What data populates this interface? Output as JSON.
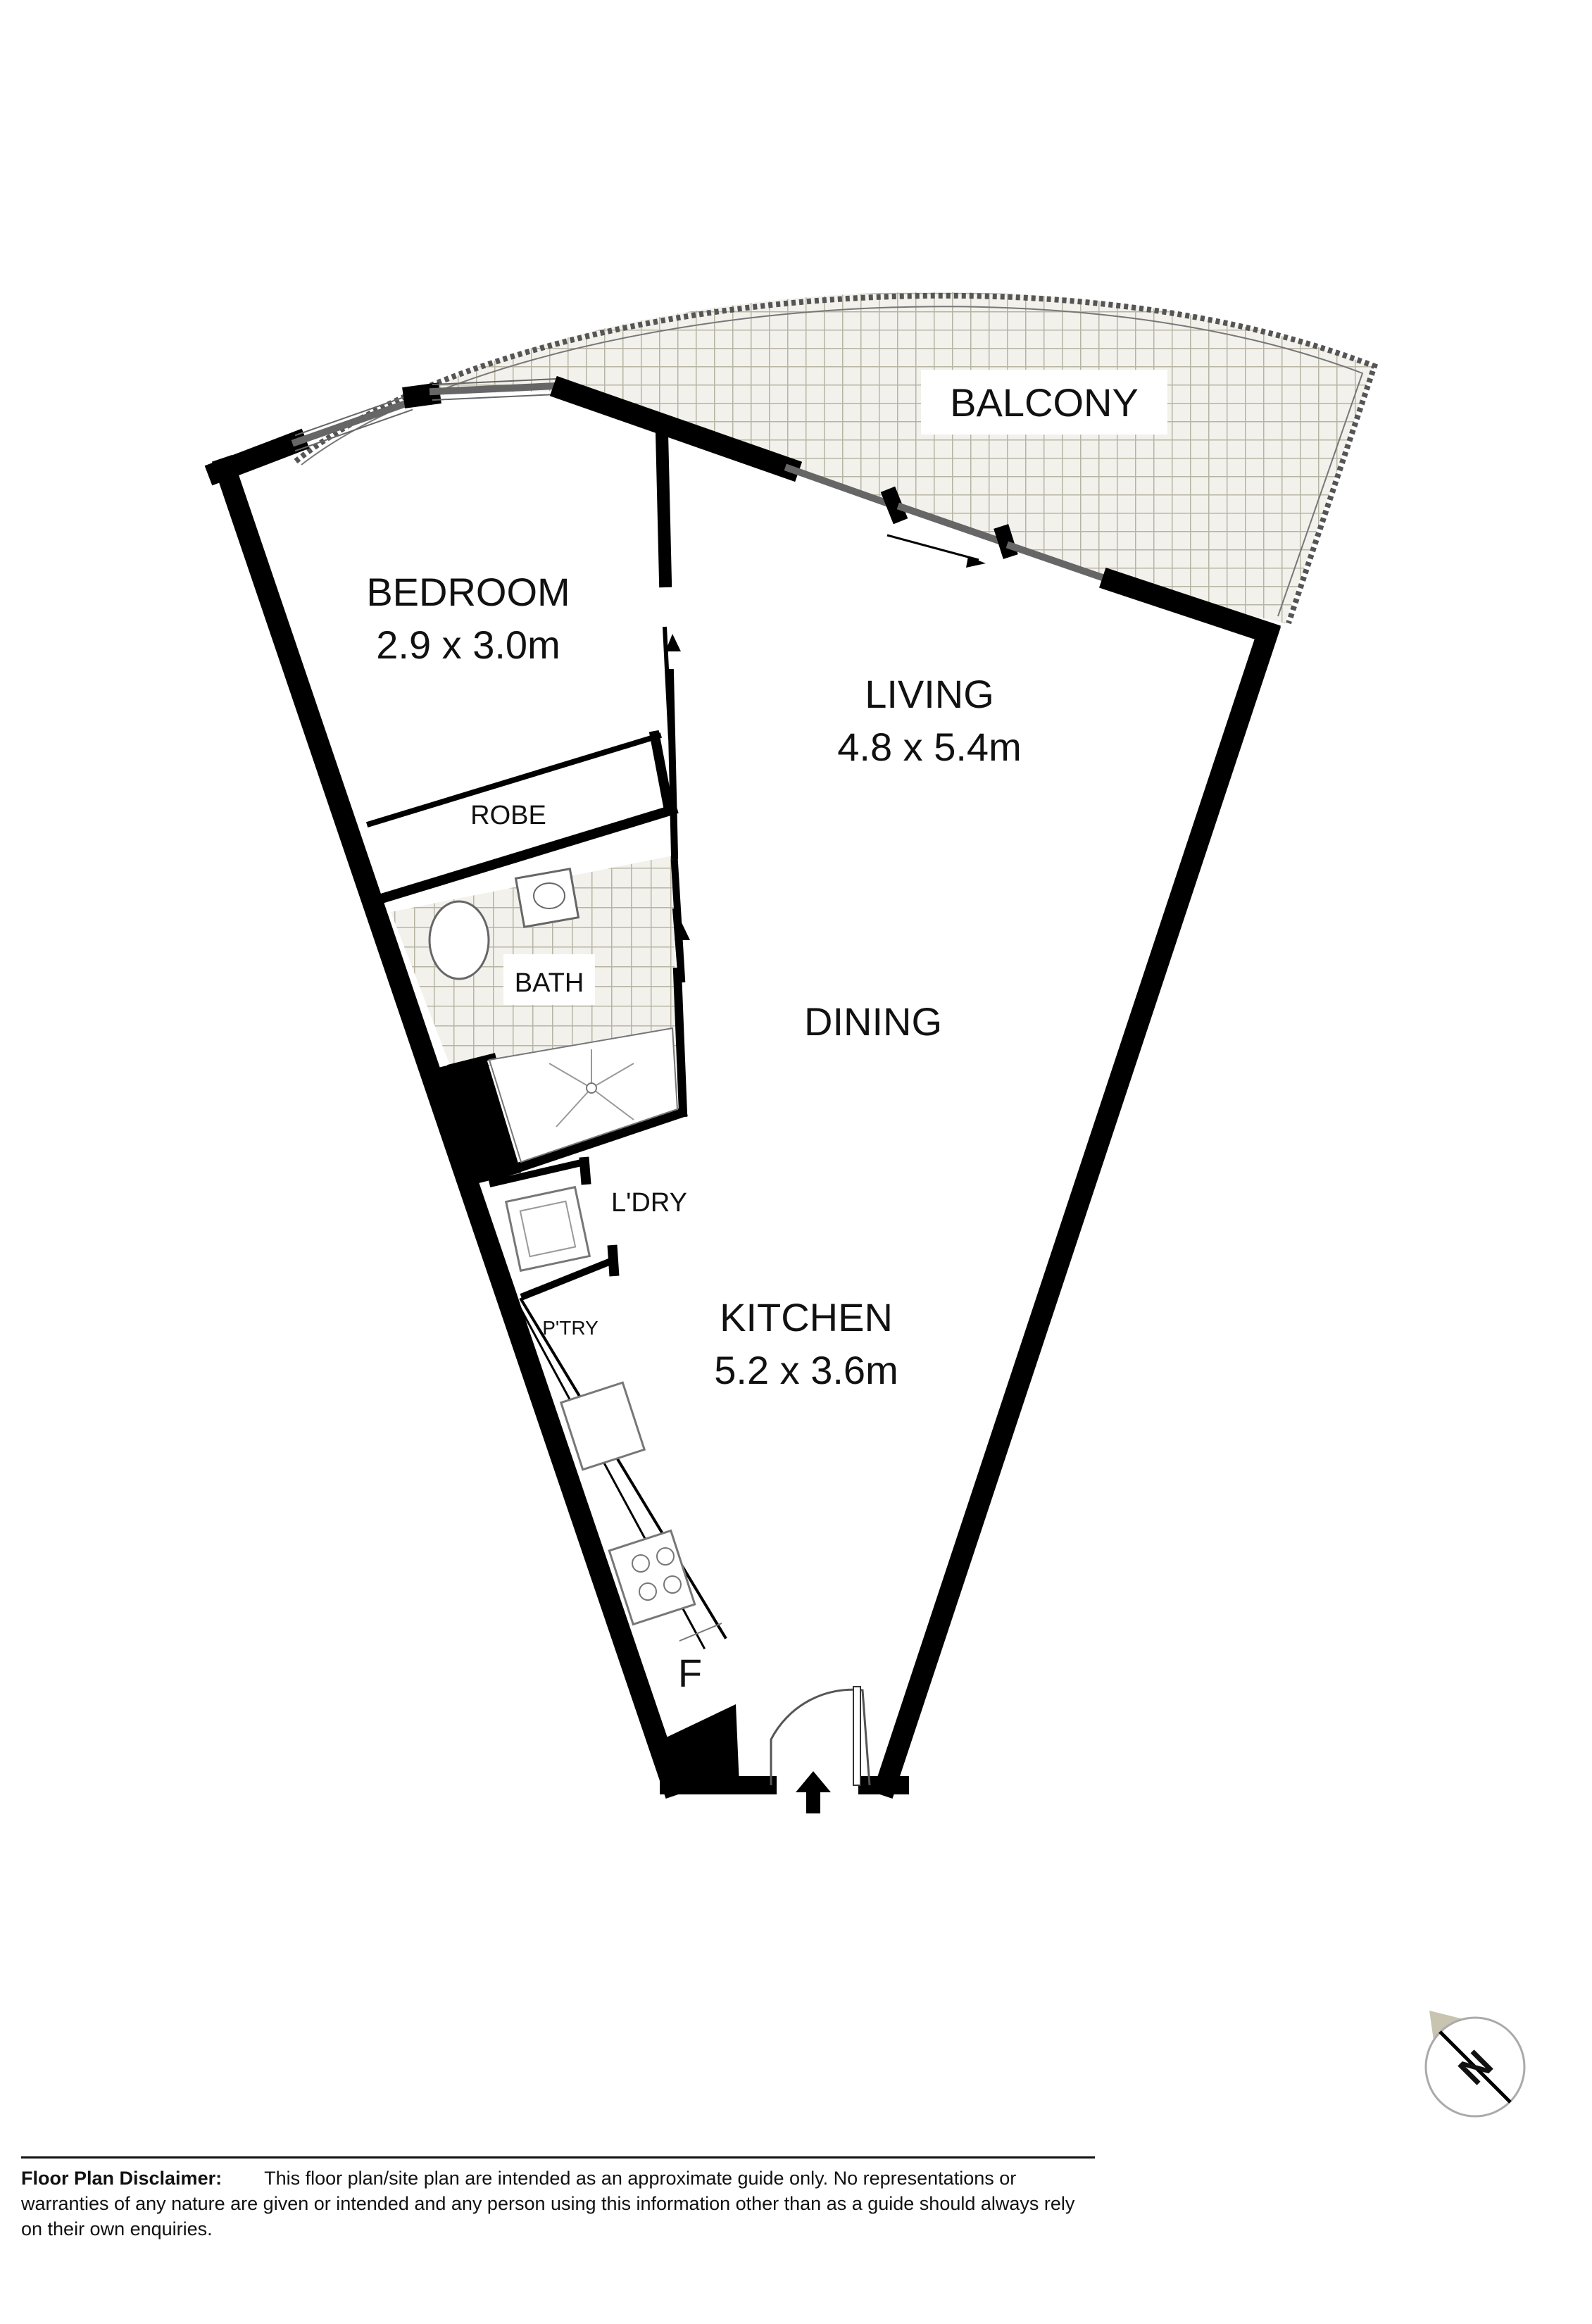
{
  "rooms": {
    "balcony": {
      "name": "BALCONY"
    },
    "bedroom": {
      "name": "BEDROOM",
      "size": "2.9 x 3.0m"
    },
    "living": {
      "name": "LIVING",
      "size": "4.8 x 5.4m"
    },
    "robe": {
      "name": "ROBE"
    },
    "bath": {
      "name": "BATH"
    },
    "dining": {
      "name": "DINING"
    },
    "laundry": {
      "name": "L'DRY"
    },
    "pantry": {
      "name": "P'TRY"
    },
    "kitchen": {
      "name": "KITCHEN",
      "size": "5.2 x 3.6m"
    },
    "fridge": {
      "name": "F"
    }
  },
  "compass": {
    "letter": "N"
  },
  "disclaimer": {
    "title": "Floor Plan Disclaimer:",
    "text": "This floor plan/site plan are intended as an approximate guide only. No representations or warranties of any nature are given or intended and any person using this information other than as a guide should always rely on their own enquiries."
  },
  "colors": {
    "wall": "#000000",
    "tile": "#b8b4a4",
    "tile_bg": "#f2f1ec"
  }
}
